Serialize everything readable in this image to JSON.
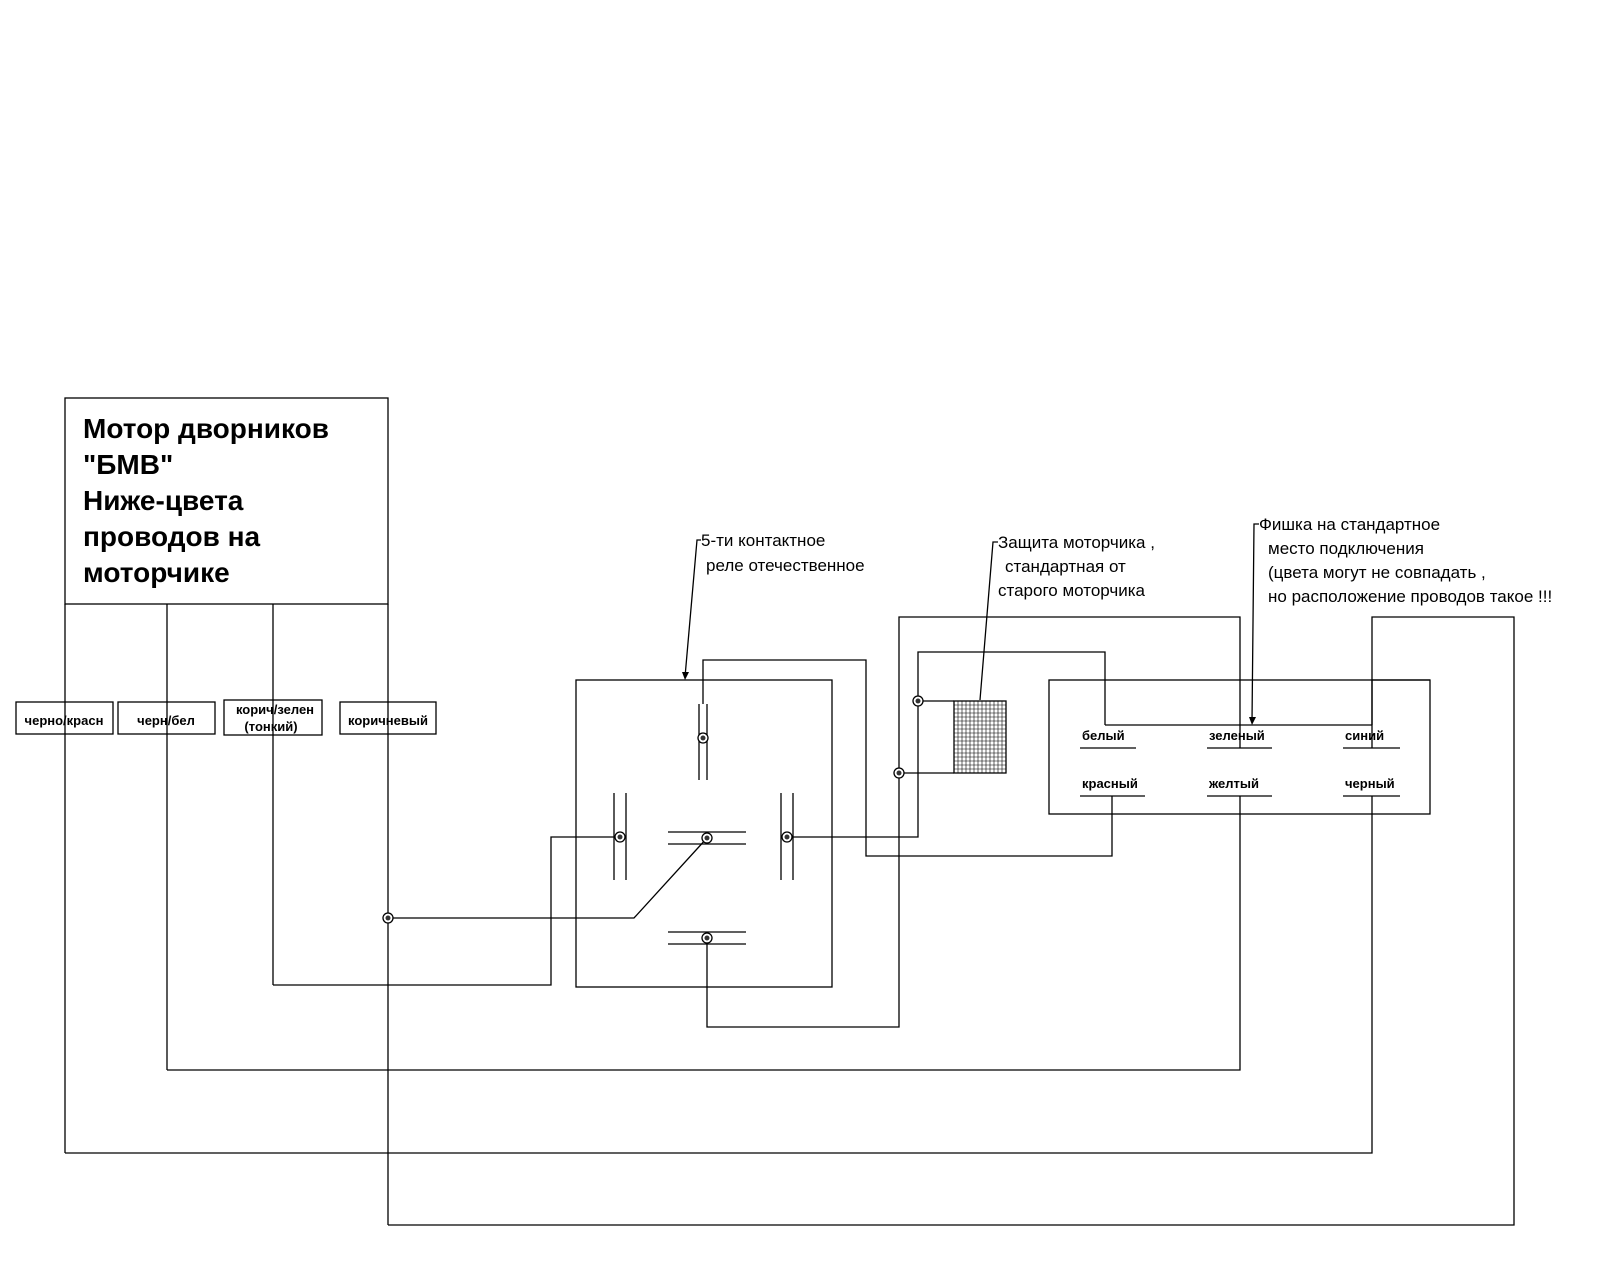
{
  "motor": {
    "title_lines": [
      "Мотор дворников",
      "\"БМВ\"",
      "Ниже-цвета",
      "проводов  на",
      "моторчике"
    ]
  },
  "motor_wires": {
    "w1": "черно/красн",
    "w2": "черн/бел",
    "w3_line1": "корич/зелен",
    "w3_line2": "(тонкий)",
    "w4": "коричневый"
  },
  "relay_note": [
    "5-ти контактное",
    "реле отечественное"
  ],
  "fuse_note": [
    "Защита моторчика ,",
    "стандартная от",
    "старого моторчика"
  ],
  "connector_note": [
    "Фишка на стандартное",
    "место подключения",
    "(цвета могут не совпадать ,",
    "но расположение проводов  такое !!!"
  ],
  "connector_pins": {
    "white": "белый",
    "green": "зеленый",
    "blue": "синий",
    "red": "красный",
    "yellow": "желтый",
    "black": "черный"
  }
}
